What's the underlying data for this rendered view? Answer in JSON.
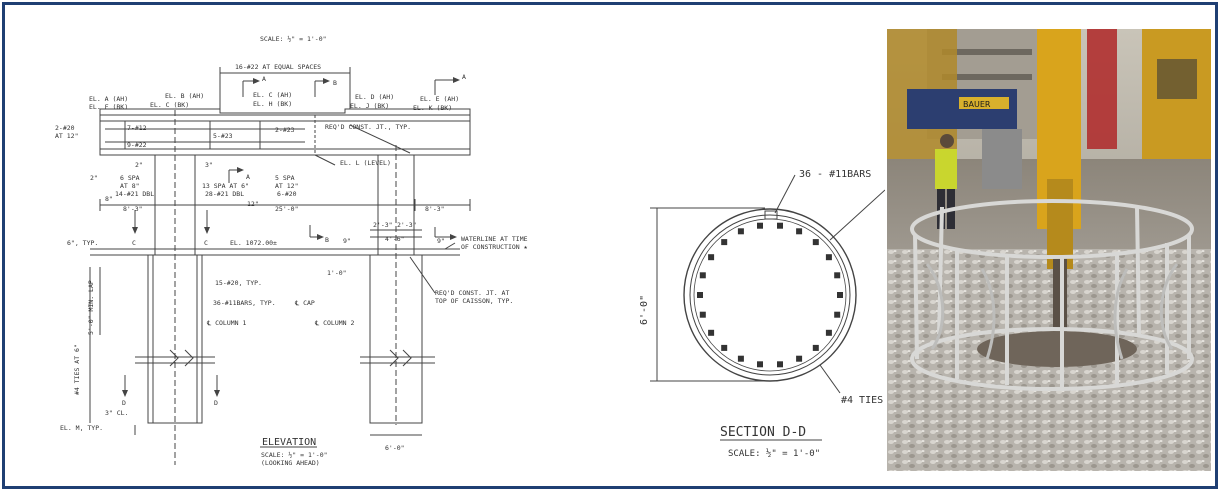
{
  "elevation": {
    "scale_top": "SCALE: ½\" = 1'-0\"",
    "spaces": "16-#22 AT EQUAL SPACES",
    "el_a": "EL. A (AH)",
    "el_b": "EL. B (AH)",
    "el_c_bk": "EL. C (BK)",
    "el_c_ah": "EL. C (AH)",
    "el_d": "EL. D (AH)",
    "el_e": "EL. E (AH)",
    "el_f": "EL. F (BK)",
    "el_h": "EL. H (BK)",
    "el_j": "EL. J (BK)",
    "el_k": "EL. K (BK)",
    "el_l": "EL. L (LEVEL)",
    "el_m": "EL. M, TYP.",
    "el_bottom": "EL. 1072.00±",
    "bars_2520": "2-#20",
    "at12": "AT 12\"",
    "b7": "7-#12",
    "b9": "9-#22",
    "b5": "5-#23",
    "b2": "2-#23",
    "reqd": "REQ'D CONST. JT., TYP.",
    "spa6": "6 SPA",
    "at8": "AT 8\"",
    "r14": "14-#21 DBL",
    "spa13": "13 SPA AT 6\"",
    "r28": "28-#21 DBL",
    "spa5": "5 SPA",
    "at12b": "AT 12\"",
    "r6": "6-#20",
    "d2": "2\"",
    "d3": "3\"",
    "d12": "12\"",
    "d8a": "8\"",
    "d83": "8'-3\"",
    "d250": "25'-0\"",
    "d83b": "8'-3\"",
    "d23a": "2'-3\"",
    "d23b": "2'-3\"",
    "d46": "4'-6\"",
    "d9a": "9\"",
    "d9b": "9\"",
    "typ6": "6\", TYP.",
    "d10": "1'-0\"",
    "waterline1": "WATERLINE AT TIME",
    "waterline2": "OF CONSTRUCTION ★",
    "bars15": "15-#20, TYP.",
    "bars36": "36-#11BARS, TYP.",
    "cap": "℄ CAP",
    "col1": "℄ COLUMN 1",
    "col2": "℄ COLUMN 2",
    "caisson1": "REQ'D CONST. JT. AT",
    "caisson2": "TOP OF CAISSON, TYP.",
    "lap": "5'-0\" MIN. LAP",
    "ties": "#4 TIES AT 6\"",
    "cl3": "3\" CL.",
    "d60": "6'-0\"",
    "title": "ELEVATION",
    "scale": "SCALE: ½\" = 1'-0\"",
    "looking": "(LOOKING AHEAD)",
    "cut_a": "A",
    "cut_b": "B",
    "cut_c": "C",
    "cut_d": "D"
  },
  "section": {
    "bars": "36 - #11BARS",
    "dia": "6'-0\"",
    "ties": "#4 TIES",
    "title": "SECTION D-D",
    "scale": "SCALE: ½\" = 1'-0\""
  },
  "photo": {
    "sign": "BAUER"
  }
}
